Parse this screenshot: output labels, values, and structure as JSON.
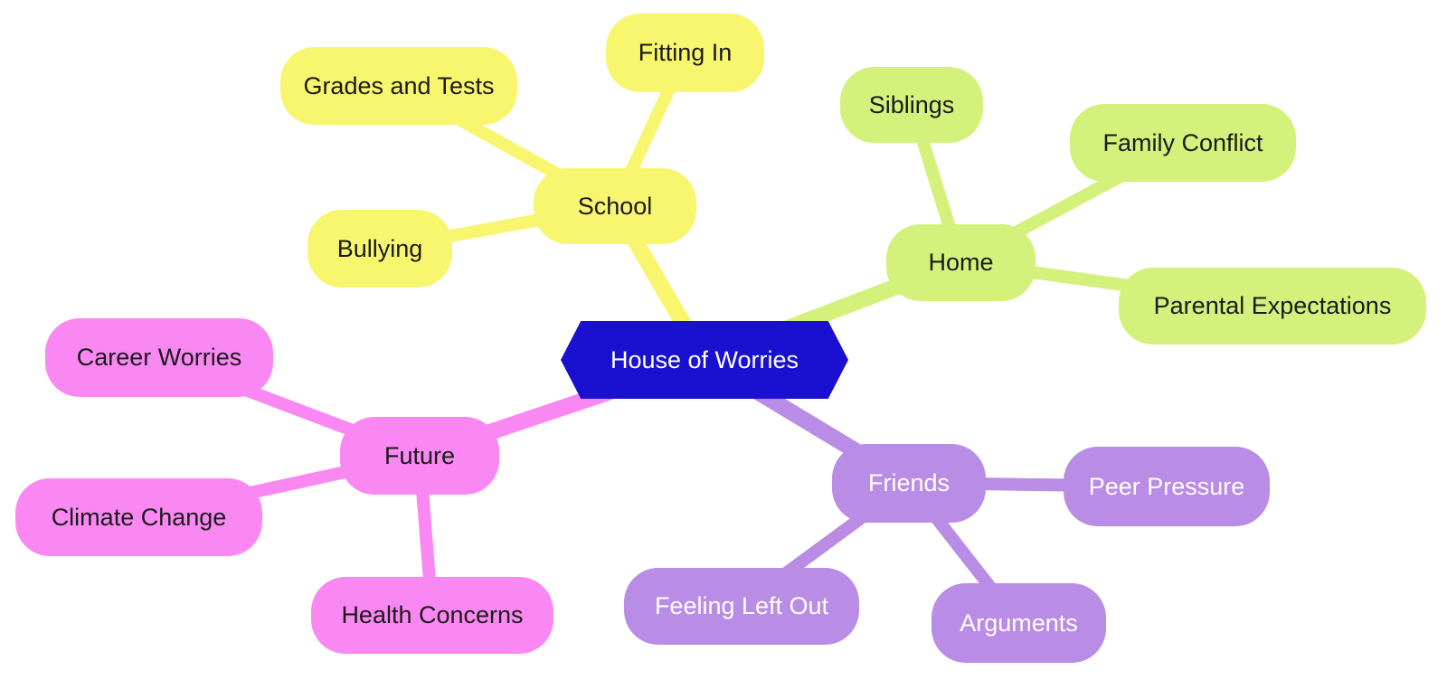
{
  "mindmap": {
    "root": {
      "label": "House of Worries",
      "shape": "hexagon",
      "fill": "#1a10d0",
      "text_color": "#ffffff"
    },
    "branches": [
      {
        "label": "School",
        "fill": "#f8f66f",
        "text_color": "#1a1a1a",
        "children": [
          "Grades and Tests",
          "Fitting In",
          "Bullying"
        ]
      },
      {
        "label": "Home",
        "fill": "#d3f17b",
        "text_color": "#1a1a1a",
        "children": [
          "Siblings",
          "Family Conflict",
          "Parental Expectations"
        ]
      },
      {
        "label": "Future",
        "fill": "#fa88f3",
        "text_color": "#1a1a1a",
        "children": [
          "Career Worries",
          "Climate Change",
          "Health Concerns"
        ]
      },
      {
        "label": "Friends",
        "fill": "#b98ce5",
        "text_color": "#ffffff",
        "children": [
          "Peer Pressure",
          "Feeling Left Out",
          "Arguments"
        ]
      }
    ]
  }
}
